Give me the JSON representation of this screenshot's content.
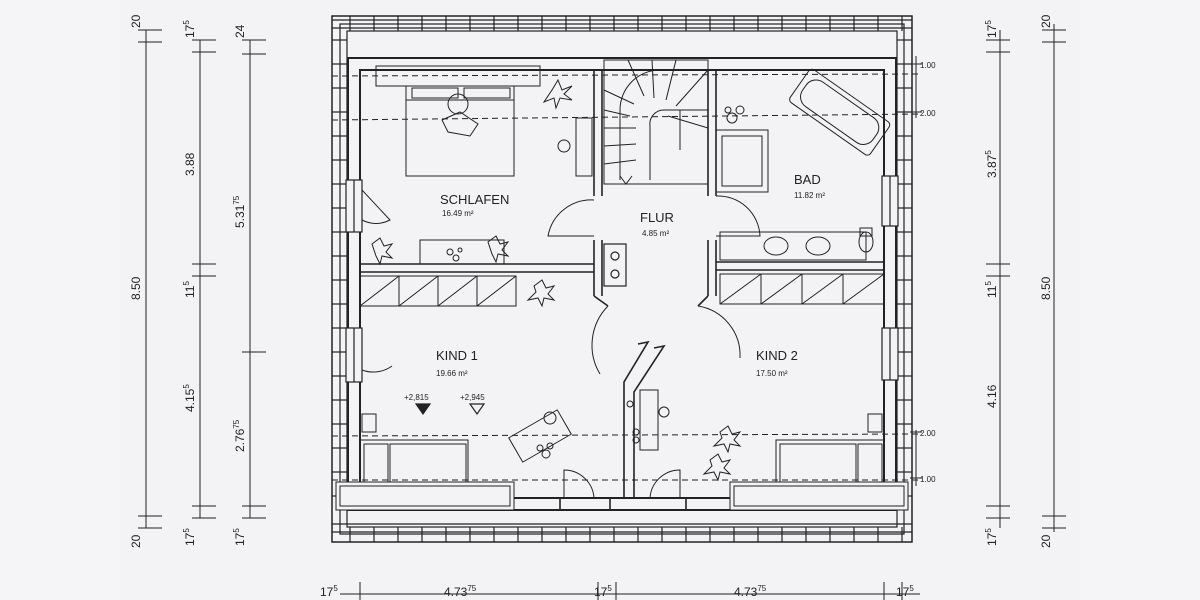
{
  "rooms": {
    "schlafen": {
      "name": "SCHLAFEN",
      "area": "16.49 m²"
    },
    "flur": {
      "name": "FLUR",
      "area": "4.85 m²"
    },
    "bad": {
      "name": "BAD",
      "area": "11.82 m²"
    },
    "kind1": {
      "name": "KIND 1",
      "area": "19.66 m²"
    },
    "kind2": {
      "name": "KIND 2",
      "area": "17.50 m²"
    }
  },
  "levels": {
    "a": "+2,815",
    "b": "+2,945"
  },
  "heights": {
    "top_1": "1.00",
    "top_2": "2.00",
    "bottom_2": "2.00",
    "bottom_1": "1.00"
  },
  "left_dims": {
    "col1": {
      "top": "20",
      "main": "8.50",
      "bottom": "20"
    },
    "col2": {
      "top": "17",
      "top_sup": "5",
      "upper": "3.88",
      "mid": "11",
      "mid_sup": "5",
      "lower": "4.15",
      "lower_sup": "5",
      "bottom": "17",
      "bottom_sup": "5"
    },
    "col3": {
      "top": "24",
      "upper": "5.31",
      "upper_sup": "75",
      "lower": "2.76",
      "lower_sup": "75",
      "bottom": "17",
      "bottom_sup": "5"
    }
  },
  "right_dims": {
    "col1": {
      "top": "17",
      "top_sup": "5",
      "upper": "3.87",
      "upper_sup": "5",
      "mid": "11",
      "mid_sup": "5",
      "lower": "4.16",
      "bottom": "17",
      "bottom_sup": "5"
    },
    "col2": {
      "top": "20",
      "main": "8.50",
      "bottom": "20"
    }
  },
  "bottom_dims": {
    "a": "17",
    "a_sup": "5",
    "b": "4.73",
    "b_sup": "75",
    "c": "17",
    "c_sup": "5",
    "d": "4.73",
    "d_sup": "75",
    "e": "17",
    "e_sup": "5"
  },
  "colors": {
    "ink": "#222222",
    "paper": "#f3f3f6",
    "background": "#f5f5f7"
  }
}
